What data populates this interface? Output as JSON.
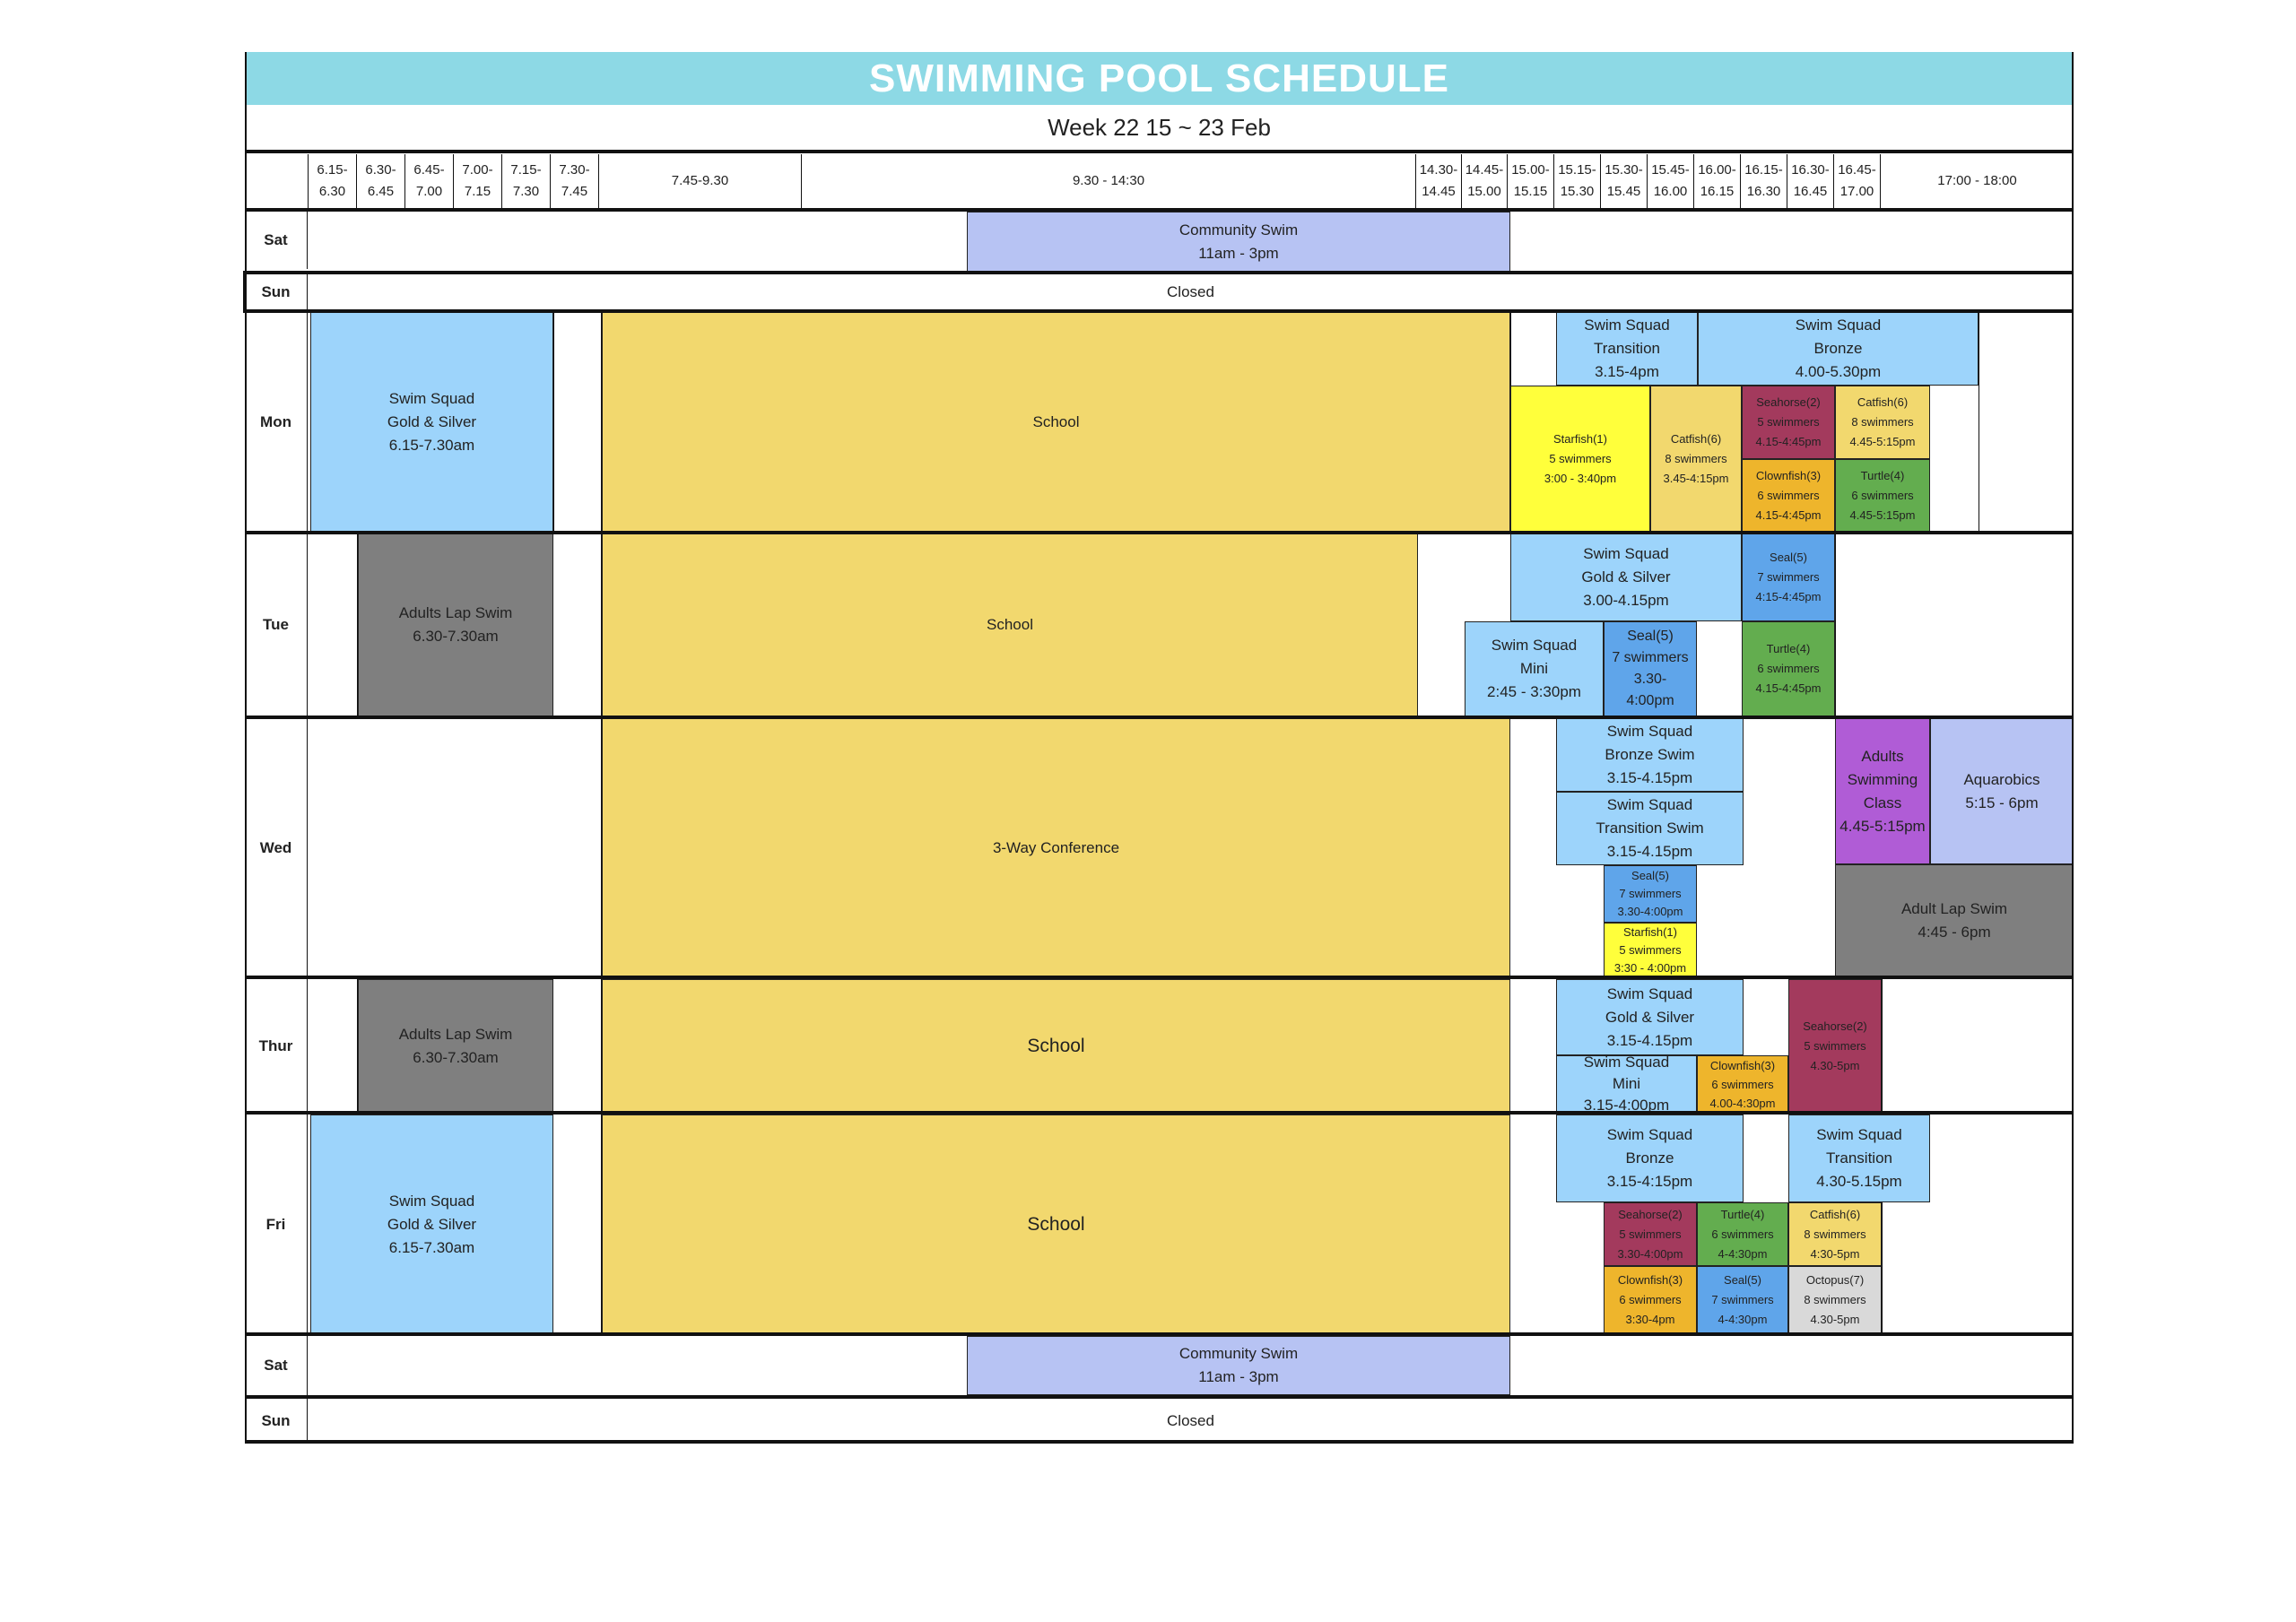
{
  "title": "SWIMMING POOL SCHEDULE",
  "week": "Week 22   15  ~  23 Feb",
  "times": [
    "6.15-\n6.30",
    "6.30-\n6.45",
    "6.45-\n7.00",
    "7.00-\n7.15",
    "7.15-\n7.30",
    "7.30-\n7.45",
    "7.45-9.30",
    "9.30 - 14:30",
    "14.30-\n14.45",
    "14.45-\n15.00",
    "15.00-\n15.15",
    "15.15-\n15.30",
    "15.30-\n15.45",
    "15.45-\n16.00",
    "16.00-\n16.15",
    "16.15-\n16.30",
    "16.30-\n16.45",
    "16.45-\n17.00",
    "17:00 - 18:00"
  ],
  "days": [
    "Sat",
    "Sun",
    "Mon",
    "Tue",
    "Wed",
    "Thur",
    "Fri",
    "Sat",
    "Sun"
  ],
  "closed": "Closed",
  "colors": {
    "title": "#8dd9e5",
    "swim_squad": "#9dd4fb",
    "school": "#f2d86e",
    "community": "#b7c3f3",
    "adults_lap": "#7f7f7f",
    "starfish": "#ffff3b",
    "catfish": "#f2d86e",
    "seahorse": "#a33a5d",
    "clownfish": "#eeb52c",
    "turtle": "#63ad4f",
    "seal": "#5fa5ea",
    "octopus": "#d9d9d9",
    "adults_class": "#b05cd6",
    "aquarobics": "#b7c3f3"
  },
  "blocks": {
    "sat1_community": "Community Swim\n11am - 3pm",
    "mon_squad_gs": "Swim Squad\nGold & Silver\n6.15-7.30am",
    "mon_school": "School",
    "mon_squad_transition": "Swim Squad\nTransition\n3.15-4pm",
    "mon_squad_bronze": "Swim Squad\nBronze\n4.00-5.30pm",
    "mon_starfish": "Starfish(1)\n5 swimmers\n3:00 - 3:40pm",
    "mon_catfish1": "Catfish(6)\n8 swimmers\n3.45-4:15pm",
    "mon_seahorse": "Seahorse(2)\n5 swimmers\n4.15-4:45pm",
    "mon_catfish2": "Catfish(6)\n8 swimmers\n4.45-5:15pm",
    "mon_clownfish": "Clownfish(3)\n6 swimmers\n4.15-4:45pm",
    "mon_turtle": "Turtle(4)\n6 swimmers\n4.45-5:15pm",
    "tue_adults_lap": "Adults Lap Swim\n6.30-7.30am",
    "tue_school": "School",
    "tue_squad_gs": "Swim Squad\nGold & Silver\n3.00-4.15pm",
    "tue_seal1": "Seal(5)\n7 swimmers\n4:15-4:45pm",
    "tue_squad_mini": "Swim Squad\nMini\n2:45 - 3:30pm",
    "tue_seal2": "Seal(5)\n7 swimmers\n3.30-\n4:00pm",
    "tue_turtle": "Turtle(4)\n6 swimmers\n4.15-4:45pm",
    "wed_conference": "3-Way Conference",
    "wed_squad_bronze": "Swim Squad\nBronze Swim\n3.15-4.15pm",
    "wed_squad_transition": "Swim Squad\nTransition Swim\n3.15-4.15pm",
    "wed_seal": "Seal(5)\n7 swimmers\n3.30-4:00pm",
    "wed_starfish": "Starfish(1)\n5 swimmers\n3:30 - 4:00pm",
    "wed_adults_class": "Adults\nSwimming\nClass\n4.45-5:15pm",
    "wed_aquarobics": "Aquarobics\n5:15 - 6pm",
    "wed_adult_lap": "Adult Lap Swim\n4:45 - 6pm",
    "thu_adults_lap": "Adults Lap Swim\n6.30-7.30am",
    "thu_school": "School",
    "thu_squad_gs": "Swim Squad\nGold & Silver\n3.15-4.15pm",
    "thu_seahorse": "Seahorse(2)\n5 swimmers\n4.30-5pm",
    "thu_squad_mini": "Swim Squad\nMini\n3.15-4:00pm",
    "thu_clownfish": "Clownfish(3)\n6 swimmers\n4.00-4:30pm",
    "fri_squad_gs": "Swim Squad\nGold & Silver\n6.15-7.30am",
    "fri_school": "School",
    "fri_squad_bronze": "Swim Squad\nBronze\n3.15-4:15pm",
    "fri_squad_transition": "Swim Squad\nTransition\n4.30-5.15pm",
    "fri_seahorse": "Seahorse(2)\n5 swimmers\n3.30-4:00pm",
    "fri_turtle": "Turtle(4)\n6 swimmers\n4-4:30pm",
    "fri_catfish": "Catfish(6)\n8 swimmers\n4:30-5pm",
    "fri_clownfish": "Clownfish(3)\n6 swimmers\n3:30-4pm",
    "fri_seal": "Seal(5)\n7 swimmers\n4-4:30pm",
    "fri_octopus": "Octopus(7)\n8 swimmers\n4.30-5pm",
    "sat2_community": "Community Swim\n11am - 3pm"
  }
}
